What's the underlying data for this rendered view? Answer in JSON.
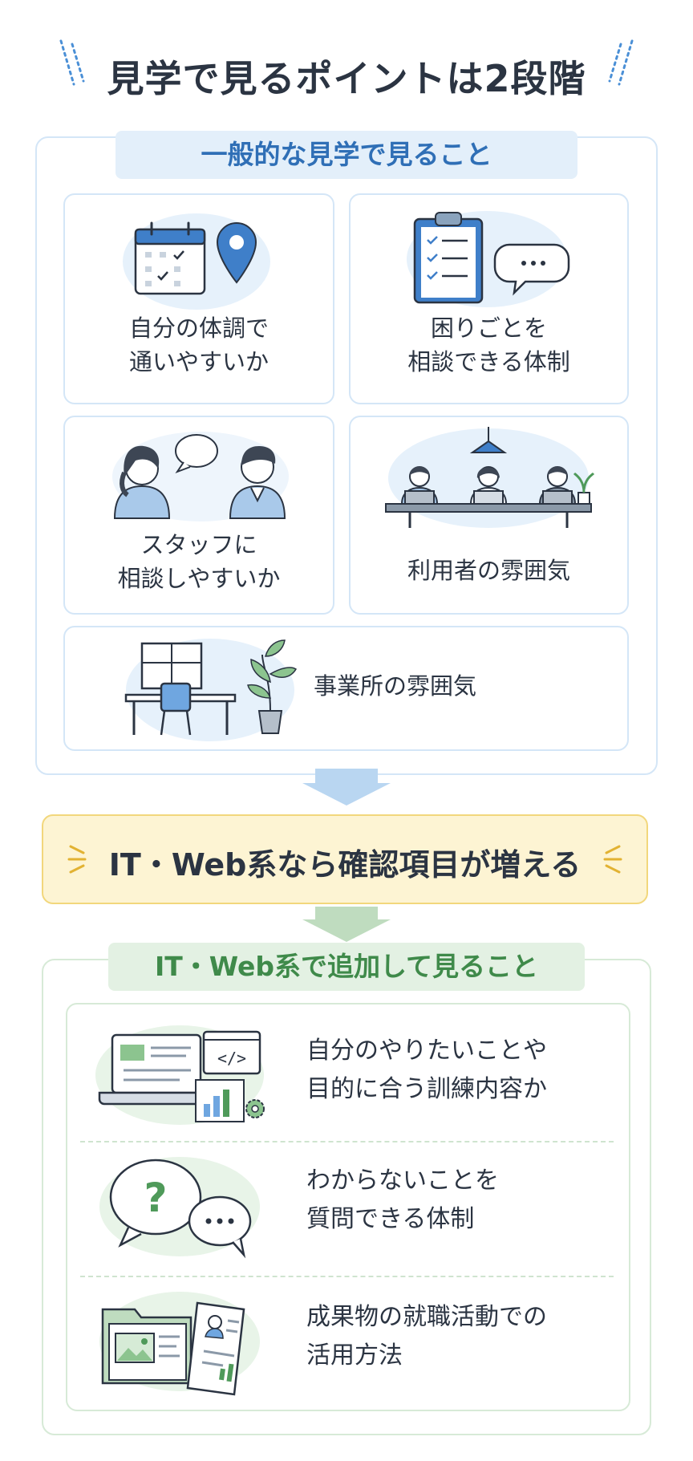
{
  "header": {
    "title": "見学で見るポイントは2段階"
  },
  "general": {
    "heading": "一般的な見学で見ること",
    "items": [
      {
        "label": "自分の体調で\n通いやすいか"
      },
      {
        "label": "困りごとを\n相談できる体制"
      },
      {
        "label": "スタッフに\n相談しやすいか"
      },
      {
        "label": "利用者の雰囲気"
      },
      {
        "label": "事業所の雰囲気"
      }
    ]
  },
  "banner": {
    "text": "IT・Web系なら確認項目が増える"
  },
  "itweb": {
    "heading": "IT・Web系で追加して見ること",
    "items": [
      {
        "label": "自分のやりたいことや\n目的に合う訓練内容か"
      },
      {
        "label": "わからないことを\n質問できる体制"
      },
      {
        "label": "成果物の就職活動での\n活用方法"
      }
    ]
  },
  "colors": {
    "blue_accent": "#3f7fc9",
    "blue_light": "#e6f1fb",
    "yellow_bg": "#fdf4d3",
    "yellow_border": "#f2d77c",
    "green_accent": "#4f9a5a",
    "green_light": "#e8f4e8"
  }
}
